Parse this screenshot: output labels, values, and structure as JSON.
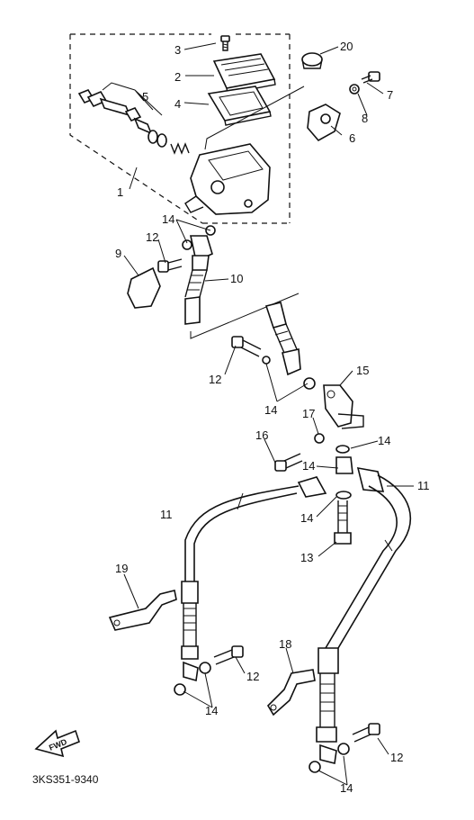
{
  "part_code": "3KS351-9340",
  "forward_marker": "FWD",
  "callouts": [
    {
      "id": "c20",
      "text": "20"
    },
    {
      "id": "c3",
      "text": "3"
    },
    {
      "id": "c2",
      "text": "2"
    },
    {
      "id": "c4",
      "text": "4"
    },
    {
      "id": "c5",
      "text": "5"
    },
    {
      "id": "c7",
      "text": "7"
    },
    {
      "id": "c8",
      "text": "8"
    },
    {
      "id": "c6",
      "text": "6"
    },
    {
      "id": "c1",
      "text": "1"
    },
    {
      "id": "c14a",
      "text": "14"
    },
    {
      "id": "c12a",
      "text": "12"
    },
    {
      "id": "c9",
      "text": "9"
    },
    {
      "id": "c10",
      "text": "10"
    },
    {
      "id": "c12b",
      "text": "12"
    },
    {
      "id": "c15",
      "text": "15"
    },
    {
      "id": "c14b",
      "text": "14"
    },
    {
      "id": "c17",
      "text": "17"
    },
    {
      "id": "c14c",
      "text": "14"
    },
    {
      "id": "c16",
      "text": "16"
    },
    {
      "id": "c14d",
      "text": "14"
    },
    {
      "id": "c11a",
      "text": "11"
    },
    {
      "id": "c11b",
      "text": "11"
    },
    {
      "id": "c14e",
      "text": "14"
    },
    {
      "id": "c13",
      "text": "13"
    },
    {
      "id": "c19",
      "text": "19"
    },
    {
      "id": "c18",
      "text": "18"
    },
    {
      "id": "c12c",
      "text": "12"
    },
    {
      "id": "c14f",
      "text": "14"
    },
    {
      "id": "c12d",
      "text": "12"
    },
    {
      "id": "c14g",
      "text": "14"
    }
  ]
}
